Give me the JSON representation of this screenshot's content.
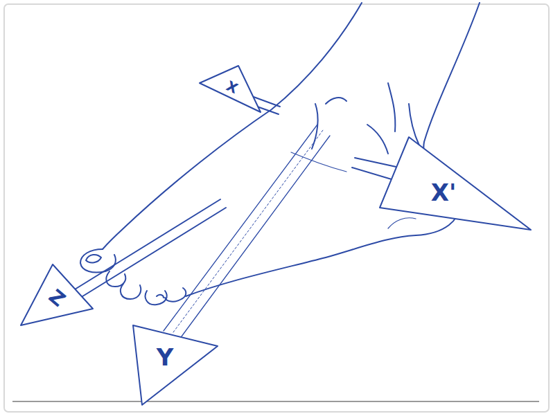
{
  "diagram": {
    "labels": [
      "X",
      "X'",
      "Y",
      "Z"
    ]
  }
}
